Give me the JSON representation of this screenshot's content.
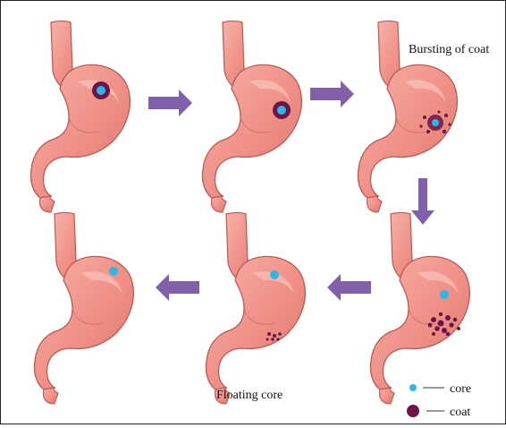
{
  "labels": {
    "bursting": "Bursting of coat",
    "floating": "Floating core"
  },
  "legend": {
    "core_label": "core",
    "coat_label": "coat"
  },
  "colors": {
    "stomach_fill": "#ef8f86",
    "stomach_edge": "#b85a52",
    "stomach_highlight": "#f8c3bb",
    "core": "#2eb6e6",
    "coat": "#6b1548",
    "arrow": "#8060a8"
  },
  "panels": [
    {
      "row": 1,
      "col": 1,
      "stage": "intact-tablet"
    },
    {
      "row": 1,
      "col": 2,
      "stage": "intact-tablet"
    },
    {
      "row": 1,
      "col": 3,
      "stage": "bursting-of-coat"
    },
    {
      "row": 2,
      "col": 3,
      "stage": "core-released"
    },
    {
      "row": 2,
      "col": 2,
      "stage": "floating-core"
    },
    {
      "row": 2,
      "col": 1,
      "stage": "floating-core"
    }
  ],
  "arrows": [
    "right",
    "right",
    "down",
    "left",
    "left"
  ]
}
